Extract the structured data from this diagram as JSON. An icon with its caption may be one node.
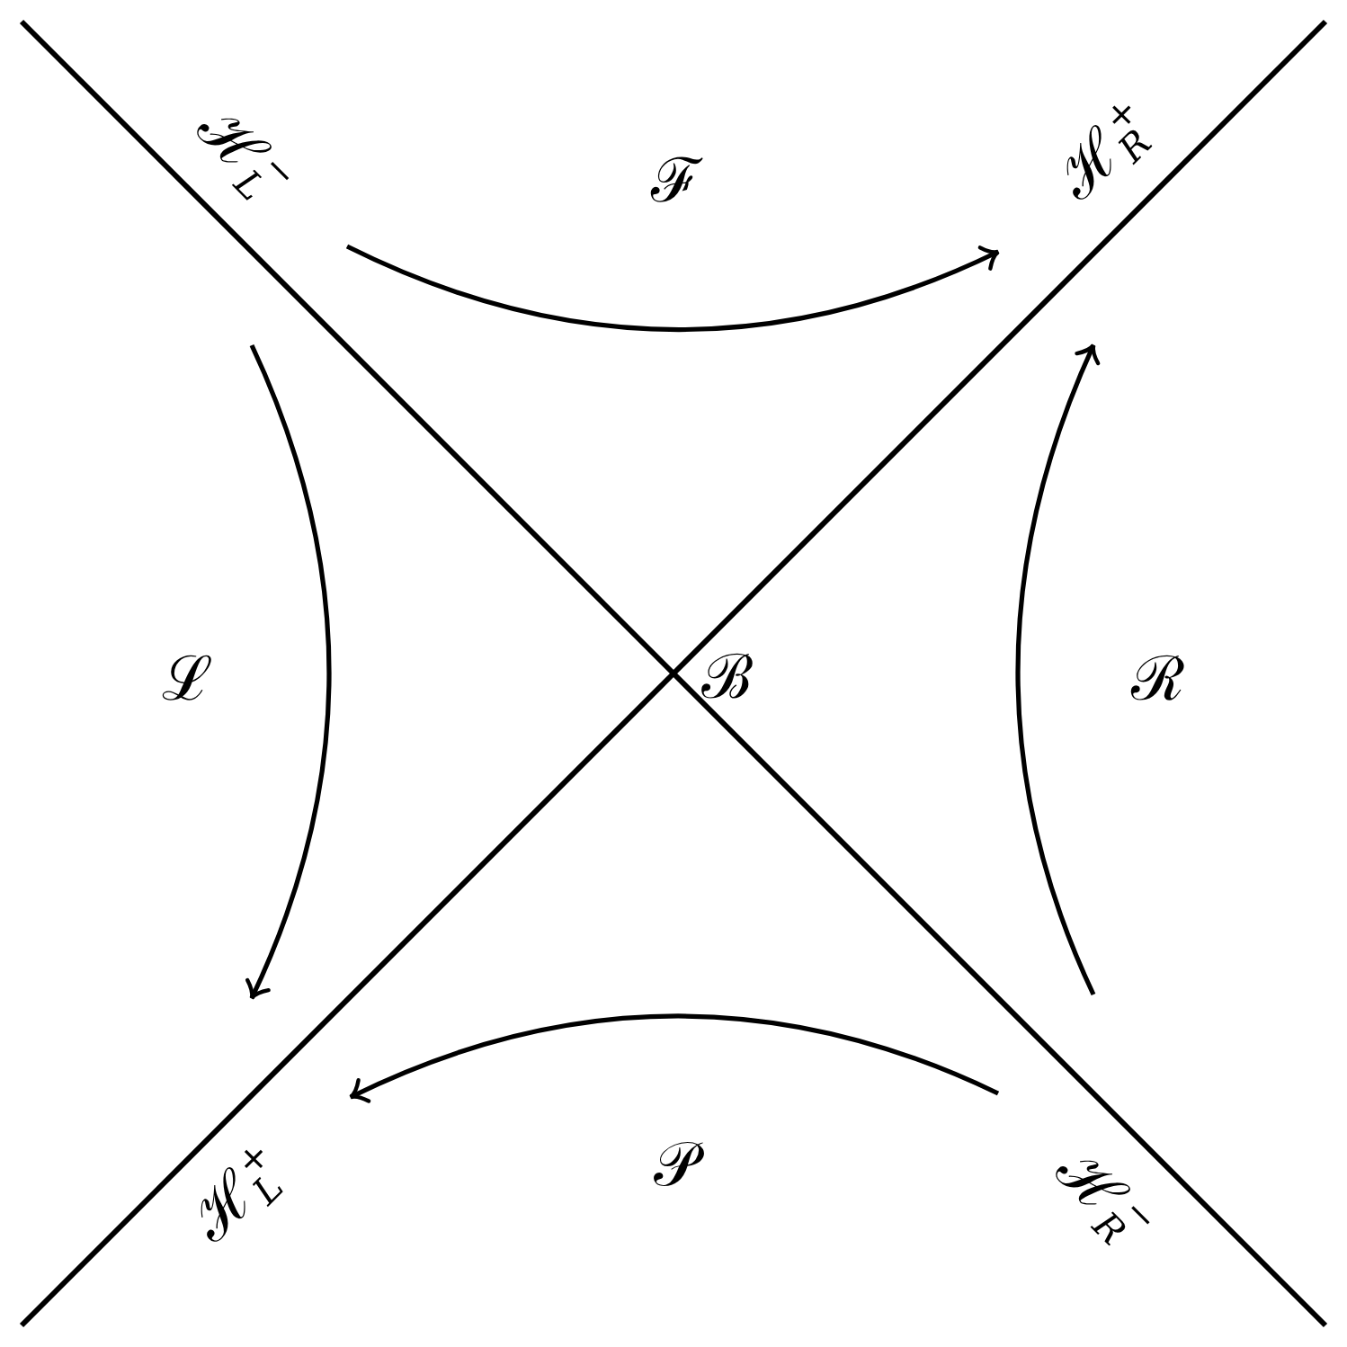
{
  "diagram": {
    "labels": [
      "ℋ$_{L}$$^{−}$",
      "ℱ",
      "ℋ$_{R}$$^{+}$",
      "ℒ",
      "ℬ",
      "ℛ",
      "ℋ$_{L}$$^{+}$",
      "𝒫",
      "ℋ$_{R}$$^{−}$"
    ]
  }
}
